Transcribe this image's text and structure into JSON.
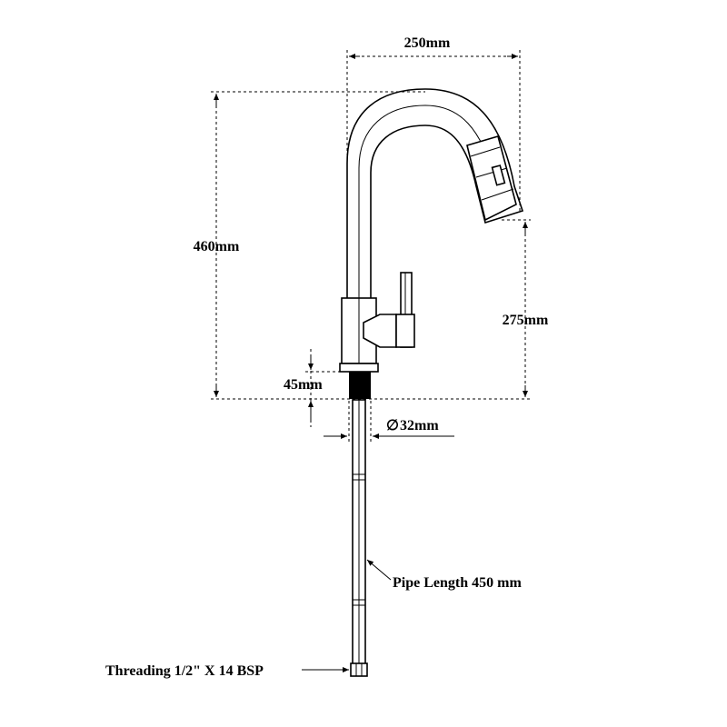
{
  "diagram": {
    "width_label": "250mm",
    "height_label": "460mm",
    "spout_height_label": "275mm",
    "base_height_label": "45mm",
    "diameter_label": "32mm",
    "diameter_symbol": "∅",
    "pipe_label": "Pipe Length 450 mm",
    "thread_label": "Threading 1/2\" X 14 BSP"
  },
  "colors": {
    "line": "#000000",
    "background": "#ffffff",
    "threaded_insert": "#000000"
  }
}
